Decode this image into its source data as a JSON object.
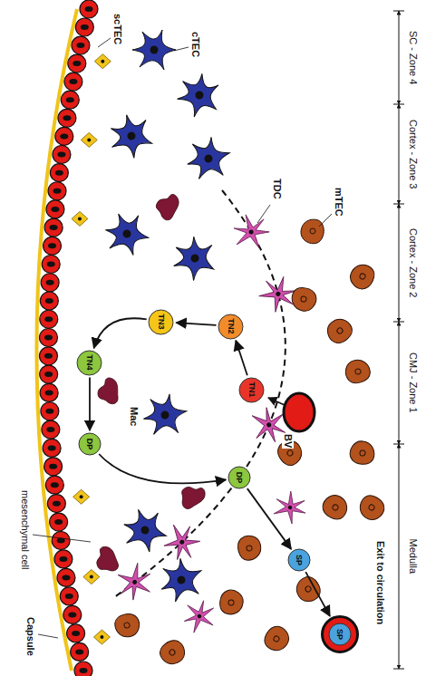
{
  "diagram": {
    "nodes": [
      {
        "text": [
          "TN1"
        ]
      },
      {
        "text": [
          "TN2"
        ]
      },
      {
        "text": [
          "TN3"
        ]
      },
      {
        "text": [
          "TN4"
        ]
      },
      {
        "text": [
          "DP"
        ]
      },
      {
        "text": [
          "DP"
        ]
      },
      {
        "text": [
          "SP"
        ]
      },
      {
        "text": [
          "SP"
        ]
      }
    ],
    "edges": [
      {
        "from": 0,
        "to": 1,
        "arrow": "to"
      },
      {
        "from": 1,
        "to": 2,
        "arrow": "to"
      },
      {
        "from": 2,
        "to": 3,
        "arrow": "to"
      },
      {
        "from": 3,
        "to": 4,
        "arrow": "to"
      },
      {
        "from": 4,
        "to": 5,
        "arrow": "to"
      },
      {
        "from": 5,
        "to": 6,
        "arrow": "to"
      },
      {
        "from": 6,
        "to": 7,
        "arrow": "to"
      }
    ],
    "labels": [
      "SC - Zone 4",
      "Cortex - Zone 3",
      "Cortex - Zone 2",
      "CMJ - Zone 1",
      "Medulla",
      "scTEC",
      "cTEC",
      "TDC",
      "mTEC",
      "BV",
      "Mac",
      "mesenchymal cell",
      "Capsule",
      "Exit to circulation"
    ]
  }
}
